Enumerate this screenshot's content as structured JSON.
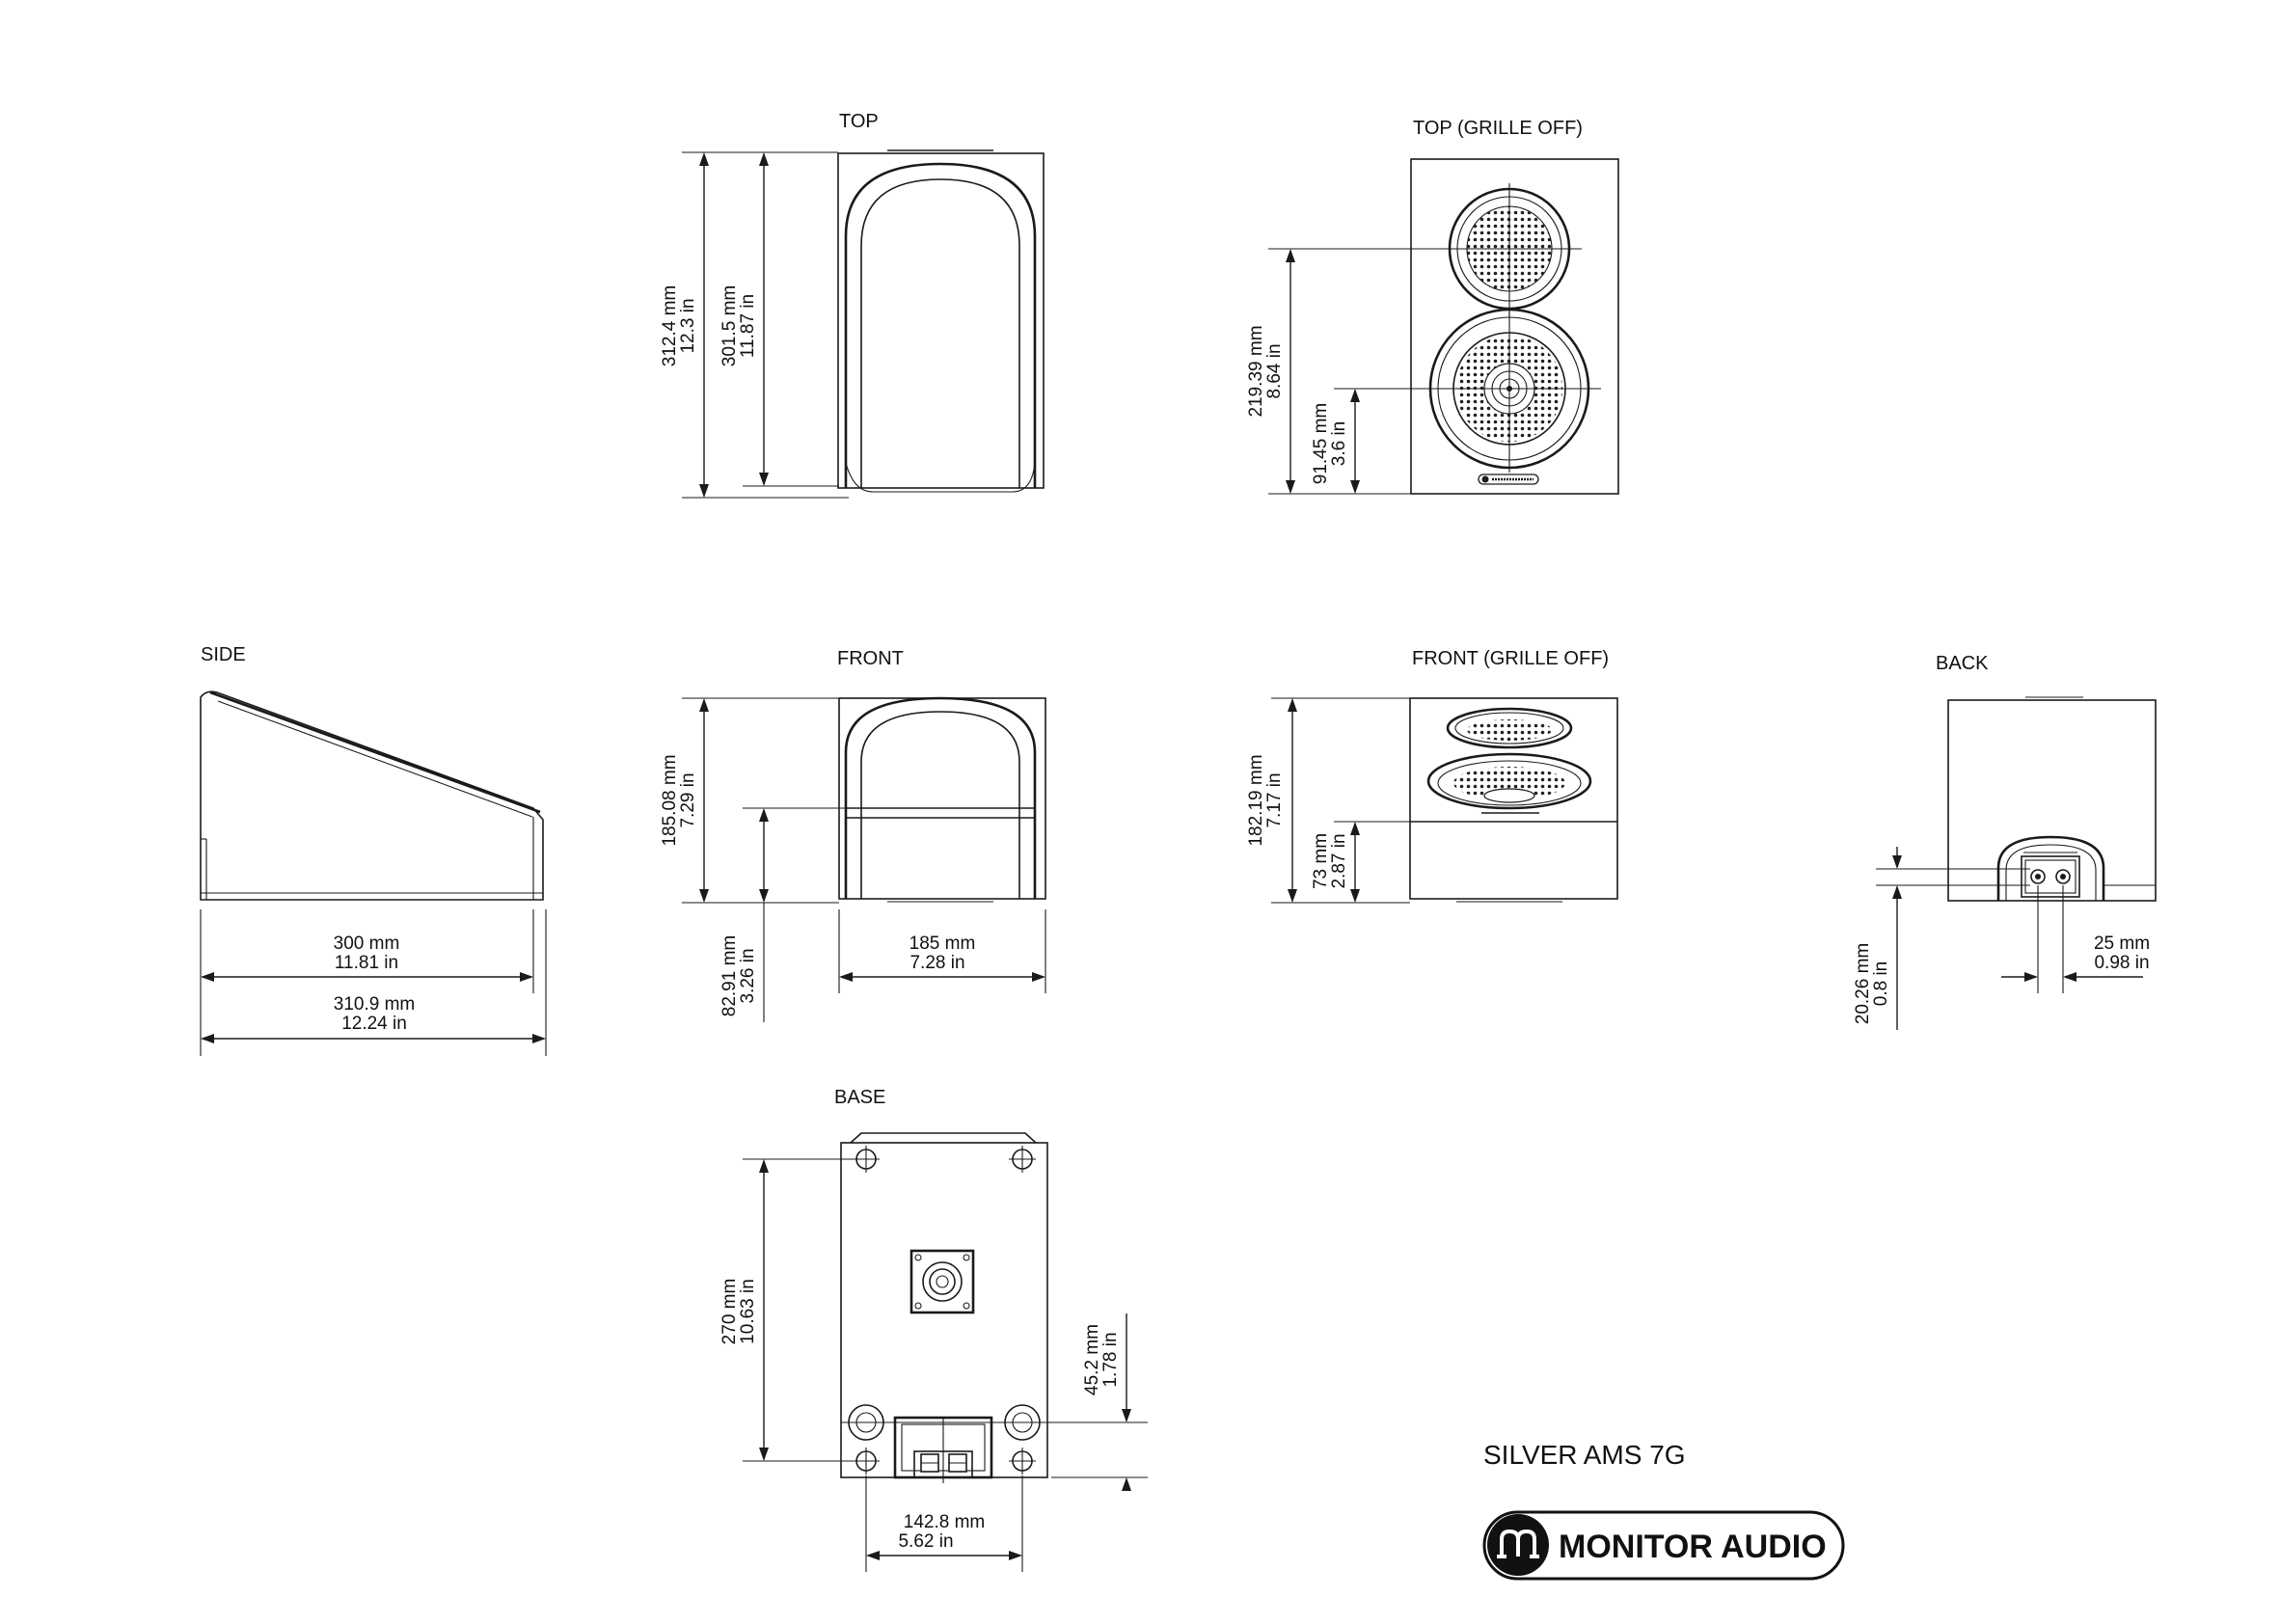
{
  "views": {
    "top": "TOP",
    "top_grille_off": "TOP (GRILLE OFF)",
    "side": "SIDE",
    "front": "FRONT",
    "front_grille_off": "FRONT (GRILLE OFF)",
    "back": "BACK",
    "base": "BASE"
  },
  "dimensions": {
    "top_depth_total": [
      "312.4 mm",
      "12.3 in"
    ],
    "top_depth_body": [
      "301.5 mm",
      "11.87 in"
    ],
    "top_go_tweeter": [
      "219.39 mm",
      "8.64 in"
    ],
    "top_go_woofer": [
      "91.45 mm",
      "3.6 in"
    ],
    "side_inner": [
      "300 mm",
      "11.81 in"
    ],
    "side_overall": [
      "310.9 mm",
      "12.24 in"
    ],
    "front_height": [
      "185.08 mm",
      "7.29 in"
    ],
    "front_lower": [
      "82.91 mm",
      "3.26 in"
    ],
    "front_width": [
      "185 mm",
      "7.28 in"
    ],
    "front_go_height": [
      "182.19 mm",
      "7.17 in"
    ],
    "front_go_lower": [
      "73 mm",
      "2.87 in"
    ],
    "back_terminal_width": [
      "25 mm",
      "0.98 in"
    ],
    "back_terminal_height": [
      "20.26 mm",
      "0.8 in"
    ],
    "base_depth": [
      "270 mm",
      "10.63 in"
    ],
    "base_terminal": [
      "45.2 mm",
      "1.78 in"
    ],
    "base_width": [
      "142.8 mm",
      "5.62 in"
    ]
  },
  "product_name": "SILVER AMS 7G",
  "brand": {
    "name": "MONITOR AUDIO",
    "logo_icon": "monitor-audio-logo-icon"
  }
}
